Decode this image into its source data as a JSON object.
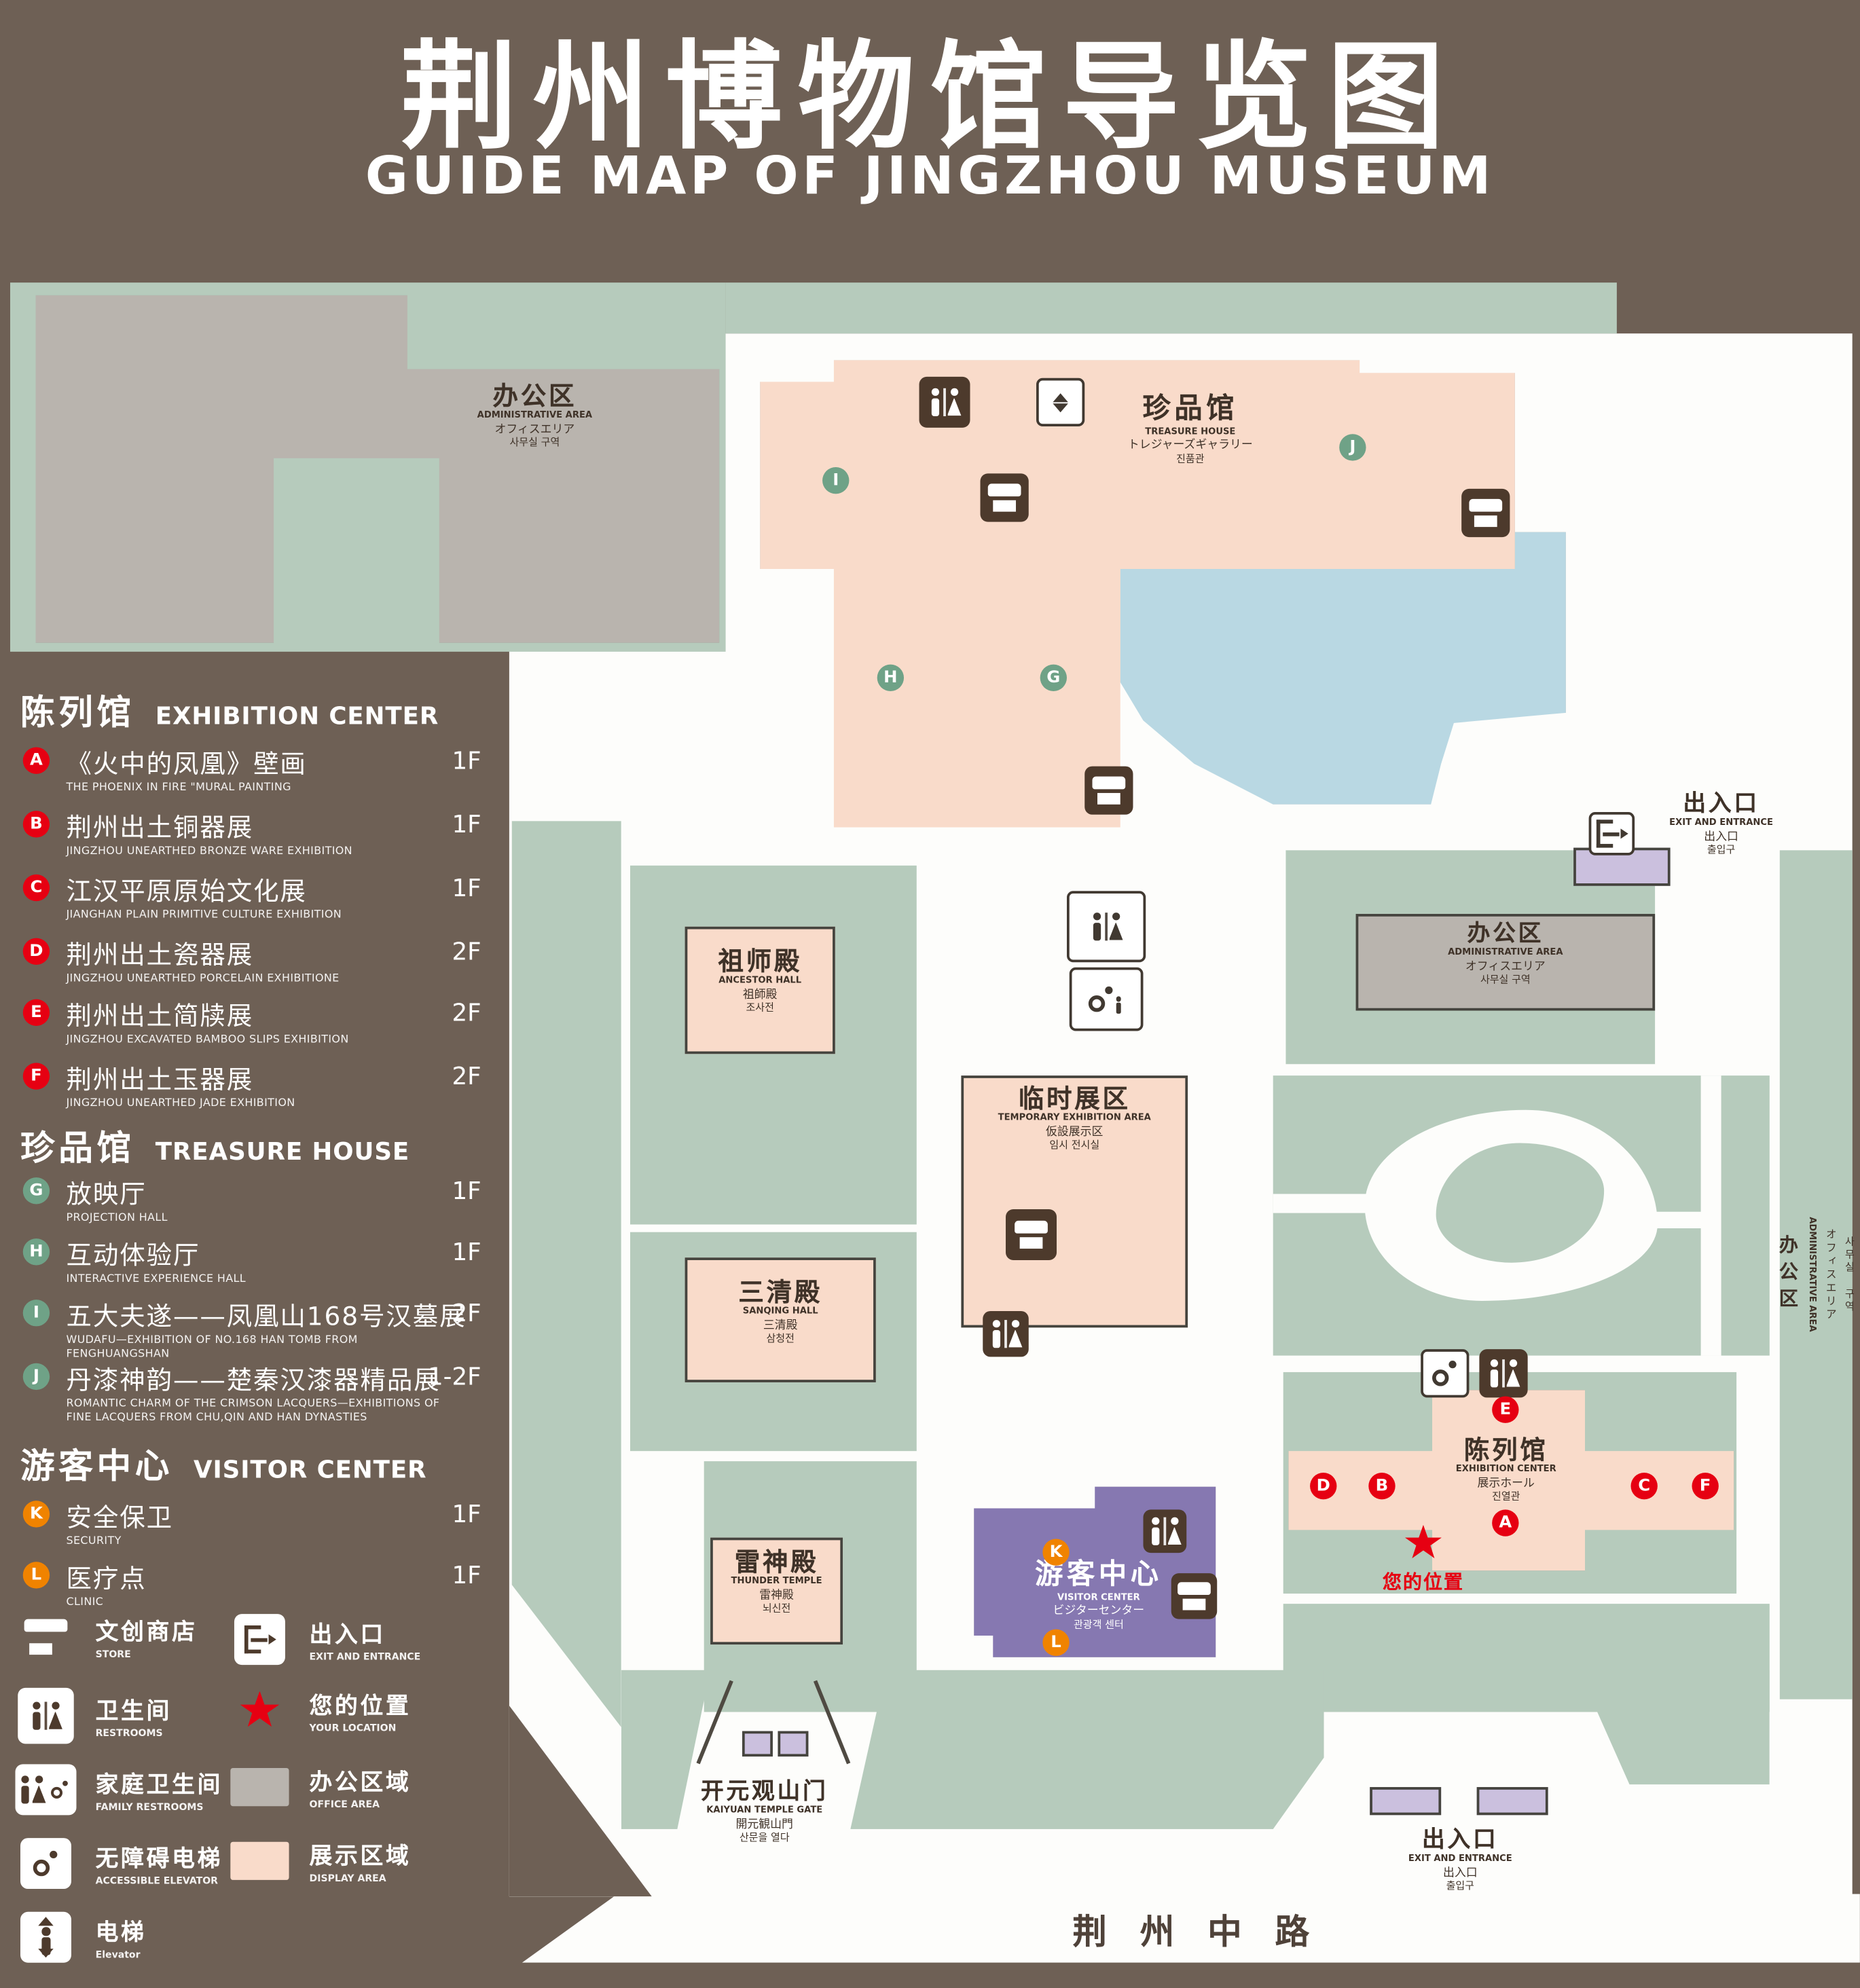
{
  "title": {
    "zh": "荆州博物馆导览图",
    "en": "GUIDE MAP OF JINGZHOU MUSEUM"
  },
  "legend": {
    "sections": [
      {
        "zh": "陈列馆",
        "en": "EXHIBITION CENTER",
        "items": [
          {
            "id": "A",
            "zh": "《火中的凤凰》壁画",
            "en": "THE PHOENIX IN FIRE \"MURAL PAINTING",
            "floor": "1F"
          },
          {
            "id": "B",
            "zh": "荆州出土铜器展",
            "en": "JINGZHOU UNEARTHED BRONZE WARE EXHIBITION",
            "floor": "1F"
          },
          {
            "id": "C",
            "zh": "江汉平原原始文化展",
            "en": "JIANGHAN PLAIN PRIMITIVE CULTURE EXHIBITION",
            "floor": "1F"
          },
          {
            "id": "D",
            "zh": "荆州出土瓷器展",
            "en": "JINGZHOU UNEARTHED PORCELAIN EXHIBITIONE",
            "floor": "2F"
          },
          {
            "id": "E",
            "zh": "荆州出土简牍展",
            "en": "JINGZHOU EXCAVATED BAMBOO SLIPS EXHIBITION",
            "floor": "2F"
          },
          {
            "id": "F",
            "zh": "荆州出土玉器展",
            "en": "JINGZHOU UNEARTHED JADE EXHIBITION",
            "floor": "2F"
          }
        ]
      },
      {
        "zh": "珍品馆",
        "en": "TREASURE HOUSE",
        "items": [
          {
            "id": "G",
            "zh": "放映厅",
            "en": "PROJECTION HALL",
            "floor": "1F"
          },
          {
            "id": "H",
            "zh": "互动体验厅",
            "en": "INTERACTIVE EXPERIENCE HALL",
            "floor": "1F"
          },
          {
            "id": "I",
            "zh": "五大夫遂——凤凰山168号汉墓展",
            "en": "WUDAFU—EXHIBITION OF NO.168 HAN TOMB FROM FENGHUANGSHAN",
            "floor": "2F"
          },
          {
            "id": "J",
            "zh": "丹漆神韵——楚秦汉漆器精品展",
            "en": "ROMANTIC CHARM OF THE CRIMSON LACQUERS—EXHIBITIONS OF FINE LACQUERS FROM CHU,QIN AND HAN DYNASTIES",
            "floor": "1-2F"
          }
        ]
      },
      {
        "zh": "游客中心",
        "en": "VISITOR CENTER",
        "items": [
          {
            "id": "K",
            "zh": "安全保卫",
            "en": "SECURITY",
            "floor": "1F"
          },
          {
            "id": "L",
            "zh": "医疗点",
            "en": "CLINIC",
            "floor": "1F"
          }
        ]
      }
    ],
    "symbols": {
      "store": {
        "zh": "文创商店",
        "en": "STORE"
      },
      "exit": {
        "zh": "出入口",
        "en": "EXIT AND ENTRANCE"
      },
      "restroom": {
        "zh": "卫生间",
        "en": "RESTROOMS"
      },
      "location": {
        "zh": "您的位置",
        "en": "YOUR LOCATION"
      },
      "family": {
        "zh": "家庭卫生间",
        "en": "FAMILY RESTROOMS"
      },
      "office": {
        "zh": "办公区域",
        "en": "OFFICE AREA"
      },
      "accessible": {
        "zh": "无障碍电梯",
        "en": "ACCESSIBLE ELEVATOR"
      },
      "display": {
        "zh": "展示区域",
        "en": "DISPLAY AREA"
      },
      "elevator": {
        "zh": "电梯",
        "en": "Elevator"
      }
    }
  },
  "map": {
    "admin_tl": {
      "zh": "办公区",
      "en": "ADMINISTRATIVE AREA",
      "ja": "オフィスエリア",
      "ko": "사무실 구역"
    },
    "treasure": {
      "zh": "珍品馆",
      "en": "TREASURE HOUSE",
      "ja": "トレジャーズギャラリー",
      "ko": "진품관"
    },
    "exit_right": {
      "zh": "出入口",
      "en": "EXIT AND ENTRANCE",
      "ja": "出入口",
      "ko": "출입구"
    },
    "admin_right": {
      "zh": "办公区",
      "en": "ADMINISTRATIVE AREA",
      "ja": "オフィスエリア",
      "ko": "사무실 구역"
    },
    "admin_strip": {
      "zh": "办公区",
      "en": "ADMINISTRATIVE AREA",
      "ja": "オフィスエリア",
      "ko": "사무실 구역"
    },
    "ancestor": {
      "zh": "祖师殿",
      "en": "ANCESTOR HALL",
      "ja": "祖師殿",
      "ko": "조사전"
    },
    "temporary": {
      "zh": "临时展区",
      "en": "TEMPORARY EXHIBITION AREA",
      "ja": "仮設展示区",
      "ko": "임시 전시실"
    },
    "sanqing": {
      "zh": "三清殿",
      "en": "SANQING HALL",
      "ja": "三清殿",
      "ko": "삼청전"
    },
    "thunder": {
      "zh": "雷神殿",
      "en": "THUNDER TEMPLE",
      "ja": "雷神殿",
      "ko": "뇌신전"
    },
    "visitor": {
      "zh": "游客中心",
      "en": "VISITOR CENTER",
      "ja": "ビジターセンター",
      "ko": "관광객 센터"
    },
    "exhibition": {
      "zh": "陈列馆",
      "en": "EXHIBITION CENTER",
      "ja": "展示ホール",
      "ko": "진열관"
    },
    "gate": {
      "zh": "开元观山门",
      "en": "KAIYUAN TEMPLE GATE",
      "ja": "開元観山門",
      "ko": "산문을 열다"
    },
    "exit_bottom": {
      "zh": "出入口",
      "en": "EXIT AND ENTRANCE",
      "ja": "出入口",
      "ko": "출입구"
    },
    "your_location": "您的位置",
    "road": "荆州中路",
    "markers": {
      "a": "A",
      "b": "B",
      "c": "C",
      "d": "D",
      "e": "E",
      "f": "F",
      "g": "G",
      "h": "H",
      "i": "I",
      "j": "J",
      "k": "K",
      "l": "L"
    }
  },
  "colors": {
    "background": "#6e6055",
    "lawn_green": "#b6cbbc",
    "display_pink": "#f9dbca",
    "office_gray": "#b9b4ae",
    "pond_blue": "#b9d8e3",
    "visitor_purple": "#8678b1",
    "entrance_purple": "#cbc0de",
    "marker_red": "#e60012",
    "marker_green": "#6fa287",
    "marker_orange": "#f08300"
  }
}
